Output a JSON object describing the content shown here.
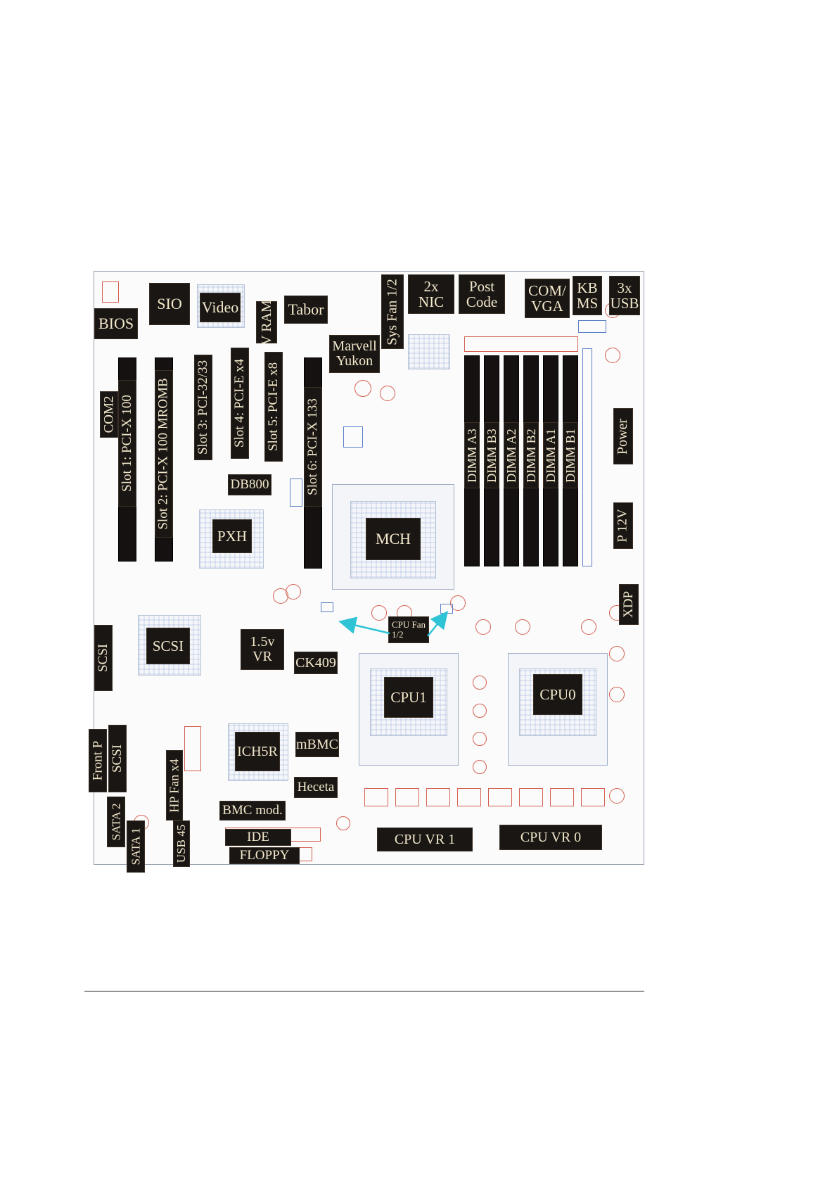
{
  "diagram": {
    "labels": {
      "bios": "BIOS",
      "sio": "SIO",
      "video": "Video",
      "vram": "V RAM",
      "tabor": "Tabor",
      "sys_fan": "Sys Fan 1/2",
      "nic_line1": "2x",
      "nic_line2": "NIC",
      "post_line1": "Post",
      "post_line2": "Code",
      "comvga_line1": "COM/",
      "comvga_line2": "VGA",
      "kbms_line1": "KB",
      "kbms_line2": "MS",
      "usb3_line1": "3x",
      "usb3_line2": "USB",
      "marvell_line1": "Marvell",
      "marvell_line2": "Yukon",
      "com2": "COM2",
      "slot1": "Slot 1: PCI-X 100",
      "slot2": "Slot 2: PCI-X 100 MROMB",
      "slot3": "Slot 3: PCI-32/33",
      "slot4": "Slot 4: PCI-E x4",
      "slot5": "Slot 5: PCI-E x8",
      "slot6": "Slot 6: PCI-X 133",
      "db800": "DB800",
      "pxh": "PXH",
      "mch": "MCH",
      "dimm_a3": "DIMM A3",
      "dimm_b3": "DIMM B3",
      "dimm_a2": "DIMM A2",
      "dimm_b2": "DIMM B2",
      "dimm_a1": "DIMM A1",
      "dimm_b1": "DIMM B1",
      "power": "Power",
      "p12v": "P 12V",
      "xdp": "XDP",
      "cpu_fan_line1": "CPU Fan",
      "cpu_fan_line2": "1/2",
      "scsi_vertical": "SCSI",
      "scsi_chip": "SCSI",
      "vr15_line1": "1.5v",
      "vr15_line2": "VR",
      "ck409": "CK409",
      "cpu1": "CPU1",
      "cpu0": "CPU0",
      "front_p": "Front P",
      "scsi2_vertical": "SCSI",
      "hp_fan": "HP Fan x4",
      "ich5r": "ICH5R",
      "mbmc": "mBMC",
      "heceta": "Heceta",
      "bmc_mod": "BMC mod.",
      "sata2": "SATA 2",
      "sata1": "SATA 1",
      "usb45": "USB 45",
      "ide": "IDE",
      "floppy": "FLOPPY",
      "cpu_vr1": "CPU VR 1",
      "cpu_vr0": "CPU VR 0"
    },
    "colors": {
      "label_bg": "#1a1613",
      "label_text": "#f2e8cc",
      "trace_red": "#d46050",
      "trace_blue": "#5a7fc8",
      "arrow": "#2ec4d6"
    }
  }
}
